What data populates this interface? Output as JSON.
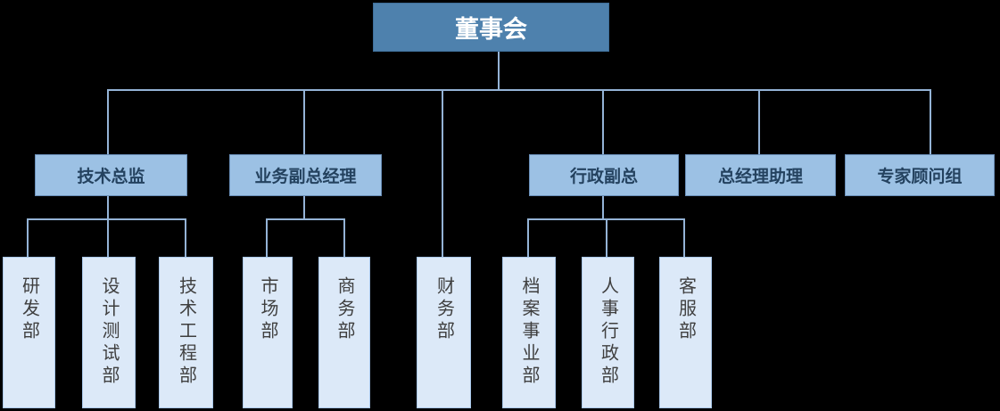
{
  "org": {
    "root": {
      "label": "董事会"
    },
    "branches": [
      {
        "label": "技术总监",
        "children": [
          {
            "label": "研发部"
          },
          {
            "label": "设计测试部"
          },
          {
            "label": "技术工程部"
          }
        ]
      },
      {
        "label": "业务副总经理",
        "children": [
          {
            "label": "市场部"
          },
          {
            "label": "商务部"
          }
        ]
      },
      {
        "label": "行政副总",
        "children": [
          {
            "label": "档案事业部"
          },
          {
            "label": "人事行政部"
          },
          {
            "label": "客服部"
          }
        ]
      },
      {
        "label": "总经理助理",
        "children": []
      },
      {
        "label": "专家顾问组",
        "children": []
      }
    ],
    "root_direct_children": [
      {
        "label": "财务部"
      }
    ]
  },
  "colors": {
    "background": "#000000",
    "root_fill": "#4E81AD",
    "root_border": "#3E6E99",
    "root_text": "#FFFFFF",
    "level2_fill": "#9CC1E4",
    "level2_border": "#6A8FB9",
    "level2_text": "#24425F",
    "level3_fill": "#DCE9F8",
    "level3_border": "#A9C7E9",
    "level3_text": "#3F3F3F",
    "connector": "#94B3D6"
  }
}
